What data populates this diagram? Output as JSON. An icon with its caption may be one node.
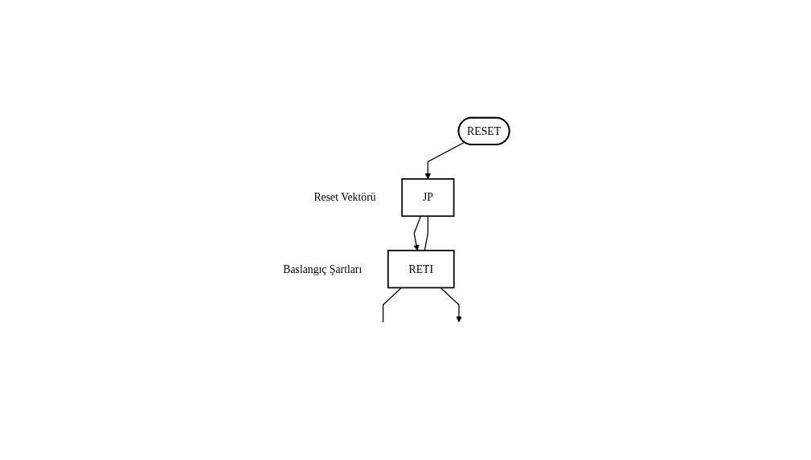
{
  "diagram": {
    "nodes": [
      {
        "text": [
          "RESET"
        ]
      },
      {
        "text": [
          "JP"
        ],
        "beside": [
          "Reset Vektörü"
        ]
      },
      {
        "text": [
          "RETI"
        ],
        "beside": [
          "Baslangıç Şartları"
        ]
      }
    ],
    "edges": [
      {
        "from": 0,
        "to": 1,
        "arrow": "to"
      },
      {
        "from": 1,
        "to": 2,
        "arrow": "to"
      },
      {
        "from": 1,
        "to": 2,
        "arrow": "none"
      },
      {
        "from": 2,
        "to": null,
        "arrow": "none"
      },
      {
        "from": 2,
        "to": null,
        "arrow": "to"
      }
    ]
  }
}
